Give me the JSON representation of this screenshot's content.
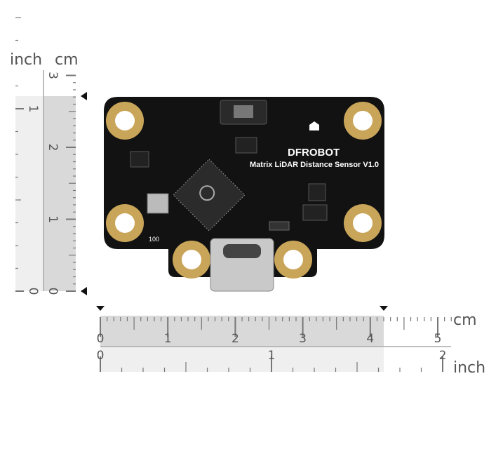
{
  "rulers": {
    "unit_inch": "inch",
    "unit_cm": "cm",
    "horizontal": {
      "cm_labels": [
        "0",
        "1",
        "2",
        "3",
        "4",
        "5"
      ],
      "inch_labels": [
        "0",
        "1",
        "2"
      ],
      "measured_cm": 4.2
    },
    "vertical": {
      "cm_labels": [
        "0",
        "1",
        "2",
        "3"
      ],
      "inch_labels": [
        "0",
        "1"
      ],
      "measured_cm": 2.7
    }
  },
  "board": {
    "brand": "DFROBOT",
    "product": "Matrix LiDAR Distance Sensor V1.0",
    "silk_number": "100",
    "colors": {
      "pcb": "#111111",
      "gold": "#c9a55a"
    }
  }
}
